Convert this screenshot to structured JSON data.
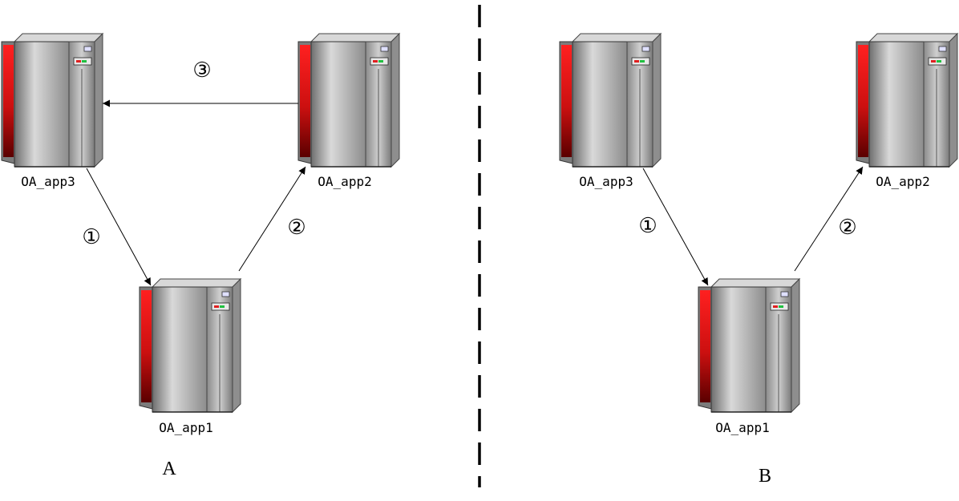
{
  "panels": [
    {
      "label": "A",
      "servers": [
        "OA_app3",
        "OA_app2",
        "OA_app1"
      ],
      "steps": [
        "①",
        "②",
        "③"
      ]
    },
    {
      "label": "B",
      "servers": [
        "OA_app3",
        "OA_app2",
        "OA_app1"
      ],
      "steps": [
        "①",
        "②"
      ]
    }
  ],
  "colors": {
    "accent": "#e8101a",
    "line": "#000000"
  }
}
